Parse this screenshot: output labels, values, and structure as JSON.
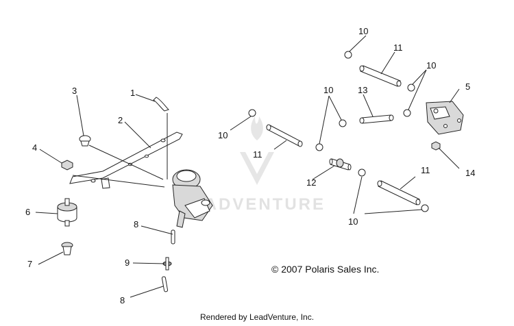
{
  "callouts": {
    "c1": "1",
    "c2": "2",
    "c3": "3",
    "c4": "4",
    "c5": "5",
    "c6": "6",
    "c7": "7",
    "c8a": "8",
    "c8b": "8",
    "c9": "9",
    "c10a": "10",
    "c10b": "10",
    "c10c": "10",
    "c10d": "10",
    "c10e": "10",
    "c11a": "11",
    "c11b": "11",
    "c11c": "11",
    "c12": "12",
    "c13": "13",
    "c14": "14"
  },
  "copyright": "© 2007 Polaris Sales Inc.",
  "watermark": "LEADVENTURE",
  "footer": "Rendered by LeadVenture, Inc."
}
